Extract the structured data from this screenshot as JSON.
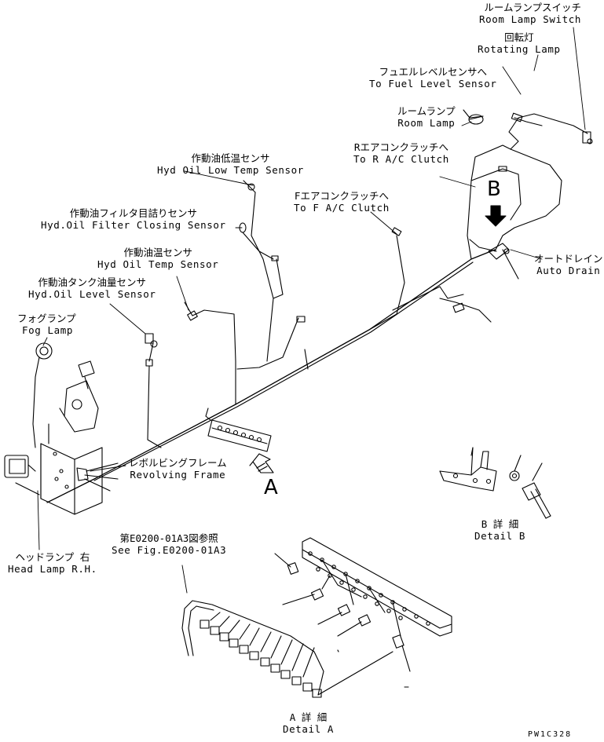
{
  "labels": {
    "room_lamp_switch": {
      "jp": "ルームランプスイッチ",
      "en": "Room Lamp Switch"
    },
    "rotating_lamp": {
      "jp": "回転灯",
      "en": "Rotating Lamp"
    },
    "fuel_level_sensor": {
      "jp": "フュエルレベルセンサへ",
      "en": "To Fuel Level Sensor"
    },
    "room_lamp": {
      "jp": "ルームランプ",
      "en": "Room Lamp"
    },
    "r_ac_clutch": {
      "jp": "Rエアコンクラッチへ",
      "en": "To R A/C Clutch"
    },
    "hyd_oil_low_temp": {
      "jp": "作動油低温センサ",
      "en": "Hyd Oil Low Temp Sensor"
    },
    "f_ac_clutch": {
      "jp": "Fエアコンクラッチへ",
      "en": "To F A/C Clutch"
    },
    "hyd_oil_filter": {
      "jp": "作動油フィルタ目詰りセンサ",
      "en": "Hyd.Oil Filter Closing Sensor"
    },
    "hyd_oil_temp": {
      "jp": "作動油温センサ",
      "en": "Hyd Oil Temp Sensor"
    },
    "hyd_oil_level": {
      "jp": "作動油タンク油量センサ",
      "en": "Hyd.Oil Level Sensor"
    },
    "fog_lamp": {
      "jp": "フォグランプ",
      "en": "Fog Lamp"
    },
    "auto_drain": {
      "jp": "オートドレイン",
      "en": "Auto Drain"
    },
    "revolving_frame": {
      "jp": "レボルビングフレーム",
      "en": "Revolving Frame"
    },
    "head_lamp_rh": {
      "jp": "ヘッドランプ 右",
      "en": "Head Lamp R.H."
    },
    "see_fig": {
      "jp": "第E0200-01A3図参照",
      "en": "See Fig.E0200-01A3"
    },
    "detail_b": {
      "jp": "B 詳 細",
      "en": "Detail B"
    },
    "detail_a": {
      "jp": "A 詳 細",
      "en": "Detail A"
    }
  },
  "view_marks": {
    "a": "A",
    "b": "B"
  },
  "drawing_code": "PW1C328"
}
